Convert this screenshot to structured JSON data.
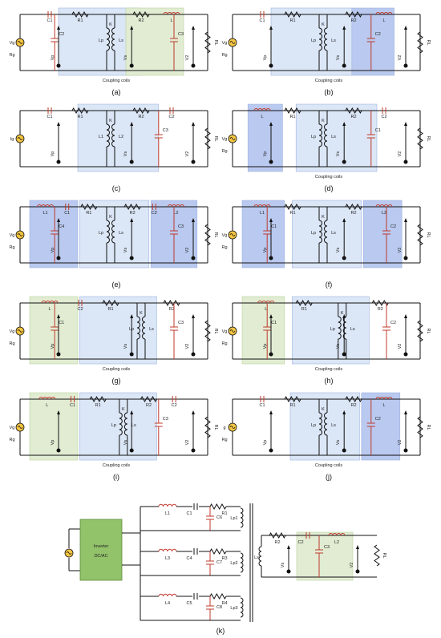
{
  "panels": [
    {
      "id": "a",
      "caption": "(a)",
      "coupling": "Coupling coils",
      "src": "Vg",
      "rg": "Rg",
      "top": [
        {
          "t": "C",
          "l": "C1"
        },
        {
          "t": "R",
          "l": "R1"
        },
        {
          "t": "K",
          "l": "K"
        },
        {
          "t": "R",
          "l": "R2"
        },
        {
          "t": "L",
          "l": "L"
        }
      ],
      "shunts": [
        {
          "t": "C",
          "l": "C2"
        },
        {
          "t": "C",
          "l": "C3"
        }
      ],
      "coilL": "Lp",
      "coilR": "Ls",
      "v": [
        "Vp",
        "Vs",
        "V2"
      ],
      "rl": "RL",
      "boxes": [
        {
          "c": "blue",
          "f": 0.2,
          "w": 0.42
        },
        {
          "c": "green",
          "f": 0.55,
          "w": 0.3
        }
      ]
    },
    {
      "id": "b",
      "caption": "(b)",
      "coupling": "Coupling coils",
      "src": "Vg",
      "rg": "Rg",
      "top": [
        {
          "t": "C",
          "l": "C1"
        },
        {
          "t": "R",
          "l": "R1"
        },
        {
          "t": "K",
          "l": "K"
        },
        {
          "t": "R",
          "l": "R2"
        },
        {
          "t": "L",
          "l": "L"
        }
      ],
      "shunts": [
        {
          "t": "C",
          "l": "C2"
        }
      ],
      "coilL": "Lp",
      "coilR": "Ls",
      "v": [
        "Vp",
        "Vs",
        "V2"
      ],
      "rl": "RL",
      "boxes": [
        {
          "c": "blue",
          "f": 0.2,
          "w": 0.42
        },
        {
          "c": "blue2",
          "f": 0.62,
          "w": 0.22
        }
      ]
    },
    {
      "id": "c",
      "caption": "(c)",
      "coupling": "",
      "src": "Ig",
      "rg": "",
      "top": [
        {
          "t": "C",
          "l": "C1"
        },
        {
          "t": "R",
          "l": "R1"
        },
        {
          "t": "K",
          "l": "K"
        },
        {
          "t": "R",
          "l": "R2"
        },
        {
          "t": "C",
          "l": "C2"
        }
      ],
      "shunts": [
        {
          "t": "C",
          "l": "C3"
        }
      ],
      "coilL": "L1",
      "coilR": "L2",
      "v": [
        "Vp",
        "Vs",
        "V2"
      ],
      "rl": "RL",
      "boxes": [
        {
          "c": "blue",
          "f": 0.3,
          "w": 0.42
        }
      ]
    },
    {
      "id": "d",
      "caption": "(d)",
      "coupling": "Coupling coils",
      "src": "Vg",
      "rg": "Rg",
      "top": [
        {
          "t": "L",
          "l": "L"
        },
        {
          "t": "R",
          "l": "R1"
        },
        {
          "t": "K",
          "l": "K"
        },
        {
          "t": "R",
          "l": "R2"
        },
        {
          "t": "C",
          "l": "C2"
        }
      ],
      "shunts": [
        {
          "t": "C",
          "l": "C1"
        }
      ],
      "coilL": "Lp",
      "coilR": "Ls",
      "v": [
        "Vp",
        "Vs",
        "V2"
      ],
      "rl": "RL",
      "boxes": [
        {
          "c": "blue2",
          "f": 0.08,
          "w": 0.18
        },
        {
          "c": "blue",
          "f": 0.33,
          "w": 0.42
        }
      ]
    },
    {
      "id": "e",
      "caption": "(e)",
      "coupling": "",
      "src": "Vg",
      "rg": "Rg",
      "top": [
        {
          "t": "L",
          "l": "L1"
        },
        {
          "t": "C",
          "l": "C1"
        },
        {
          "t": "R",
          "l": "R1"
        },
        {
          "t": "K",
          "l": "K"
        },
        {
          "t": "R",
          "l": "R2"
        },
        {
          "t": "C",
          "l": "C2"
        },
        {
          "t": "L",
          "l": "L2"
        }
      ],
      "shunts": [
        {
          "t": "C",
          "l": "C4"
        },
        {
          "t": "C",
          "l": "C3"
        }
      ],
      "coilL": "Lp",
      "coilR": "Ls",
      "v": [
        "Vp",
        "Vs",
        "V2"
      ],
      "rl": "RL",
      "boxes": [
        {
          "c": "blue2",
          "f": 0.05,
          "w": 0.25
        },
        {
          "c": "blue",
          "f": 0.31,
          "w": 0.36
        },
        {
          "c": "blue2",
          "f": 0.68,
          "w": 0.24
        }
      ]
    },
    {
      "id": "f",
      "caption": "(f)",
      "coupling": "",
      "src": "Vg",
      "rg": "Rg",
      "top": [
        {
          "t": "L",
          "l": "L1"
        },
        {
          "t": "R",
          "l": "R1"
        },
        {
          "t": "K",
          "l": "K"
        },
        {
          "t": "R",
          "l": "R2"
        },
        {
          "t": "L",
          "l": "L2"
        }
      ],
      "shunts": [
        {
          "t": "C",
          "l": "C1"
        },
        {
          "t": "C",
          "l": "C2"
        }
      ],
      "coilL": "Lp",
      "coilR": "Ls",
      "v": [
        "Vp",
        "Vs",
        "V2"
      ],
      "rl": "RL",
      "boxes": [
        {
          "c": "blue2",
          "f": 0.05,
          "w": 0.22
        },
        {
          "c": "blue",
          "f": 0.31,
          "w": 0.36
        },
        {
          "c": "blue2",
          "f": 0.68,
          "w": 0.2
        }
      ]
    },
    {
      "id": "g",
      "caption": "(g)",
      "coupling": "Coupling coils",
      "src": "Vg",
      "rg": "Rg",
      "top": [
        {
          "t": "L",
          "l": "L"
        },
        {
          "t": "C",
          "l": "C2"
        },
        {
          "t": "R",
          "l": "R1"
        },
        {
          "t": "K",
          "l": "K"
        },
        {
          "t": "R",
          "l": "R2"
        }
      ],
      "shunts": [
        {
          "t": "C",
          "l": "C1"
        },
        {
          "t": "C",
          "l": "C3"
        }
      ],
      "coilL": "Lp",
      "coilR": "Ls",
      "v": [
        "Vp",
        "Vs",
        "V2"
      ],
      "rl": "RL",
      "boxes": [
        {
          "c": "green",
          "f": 0.05,
          "w": 0.25
        },
        {
          "c": "blue",
          "f": 0.31,
          "w": 0.4
        }
      ]
    },
    {
      "id": "h",
      "caption": "(h)",
      "coupling": "Coupling coils",
      "src": "Vg",
      "rg": "Rg",
      "top": [
        {
          "t": "L",
          "l": "L"
        },
        {
          "t": "R",
          "l": "R1"
        },
        {
          "t": "K",
          "l": "K"
        },
        {
          "t": "R",
          "l": "R2"
        }
      ],
      "shunts": [
        {
          "t": "C",
          "l": "C1"
        },
        {
          "t": "C",
          "l": "C2"
        }
      ],
      "coilL": "Lp",
      "coilR": "Ls",
      "v": [
        "Vp",
        "Vs",
        "V2"
      ],
      "rl": "RL",
      "boxes": [
        {
          "c": "green",
          "f": 0.05,
          "w": 0.22
        },
        {
          "c": "blue",
          "f": 0.31,
          "w": 0.4
        }
      ]
    },
    {
      "id": "i",
      "caption": "(i)",
      "coupling": "Coupling coils",
      "src": "Vg",
      "rg": "Rg",
      "top": [
        {
          "t": "L",
          "l": "L"
        },
        {
          "t": "C",
          "l": "C1"
        },
        {
          "t": "R",
          "l": "R1"
        },
        {
          "t": "K",
          "l": "K"
        },
        {
          "t": "R",
          "l": "R2"
        },
        {
          "t": "C",
          "l": "C2"
        }
      ],
      "shunts": [
        {
          "t": "C",
          "l": "C3"
        }
      ],
      "coilL": "Lp",
      "coilR": "Ls",
      "v": [
        "Vp",
        "Vs",
        "V2"
      ],
      "rl": "RL",
      "boxes": [
        {
          "c": "green",
          "f": 0.05,
          "w": 0.25
        },
        {
          "c": "blue",
          "f": 0.31,
          "w": 0.4
        }
      ]
    },
    {
      "id": "j",
      "caption": "(j)",
      "coupling": "Coupling coils",
      "src": "g",
      "rg": "Rg",
      "top": [
        {
          "t": "C",
          "l": "C1"
        },
        {
          "t": "R",
          "l": "R1"
        },
        {
          "t": "K",
          "l": "K"
        },
        {
          "t": "R",
          "l": "R2"
        },
        {
          "t": "L",
          "l": "L"
        }
      ],
      "shunts": [
        {
          "t": "C",
          "l": "C2"
        }
      ],
      "coilL": "Lp",
      "coilR": "Ls",
      "v": [
        "Vp",
        "Vs",
        "V2"
      ],
      "rl": "RL",
      "boxes": [
        {
          "c": "blue",
          "f": 0.3,
          "w": 0.36
        },
        {
          "c": "blue2",
          "f": 0.67,
          "w": 0.2
        }
      ]
    }
  ],
  "k": {
    "caption": "(k)",
    "inverter": [
      "Inverter",
      "DC/AC"
    ],
    "branches": [
      {
        "l": "L1",
        "c": "C1",
        "r": "R1",
        "cs": "C6",
        "lp": "Lp1"
      },
      {
        "l": "L3",
        "c": "C4",
        "r": "R3",
        "cs": "C7",
        "lp": "Lp2"
      },
      {
        "l": "L4",
        "c": "C5",
        "r": "R4",
        "cs": "C8",
        "lp": "Lp3"
      }
    ],
    "secondary": {
      "ls": "Ls",
      "r": "R2",
      "c3": "C3",
      "c2": "C2",
      "l2": "L2",
      "vs": "Vs",
      "v2": "V2",
      "rl": "RL"
    }
  },
  "colors": {
    "blue": "#dbe6f6",
    "blue2": "#b9c9ef",
    "green": "#e1ecd3",
    "red": "#c0392b",
    "wire": "#111111",
    "inverter": "#92c26a",
    "source": "#f4c542"
  }
}
